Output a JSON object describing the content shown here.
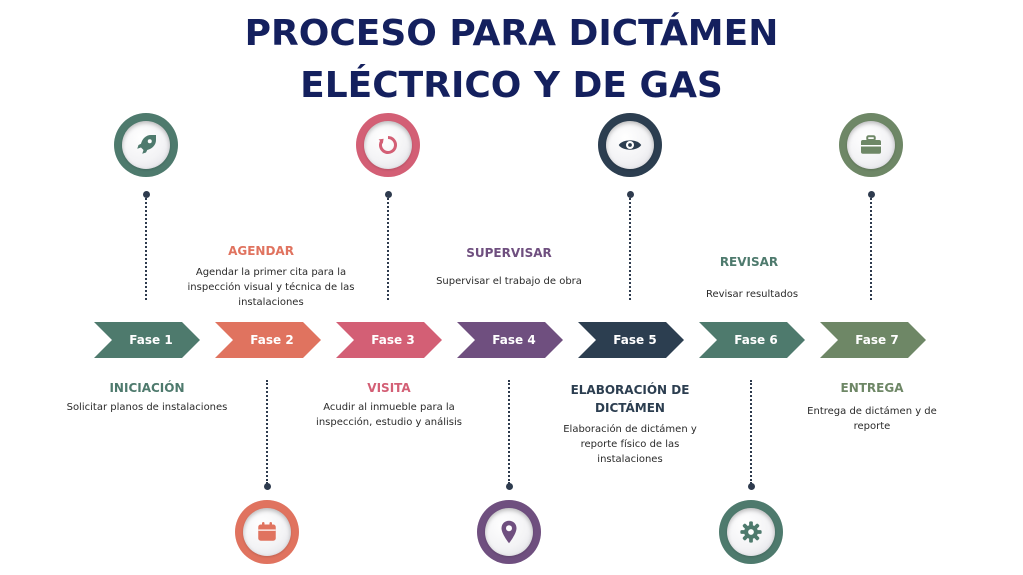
{
  "title": {
    "line1": "PROCESO PARA DICTÁMEN",
    "line2": "ELÉCTRICO Y DE GAS"
  },
  "colors": {
    "title": "#14205e",
    "phase1": "#4e7a6d",
    "phase2": "#e0735f",
    "phase3": "#d35f75",
    "phase4": "#6f4f7f",
    "phase5": "#2c3e50",
    "phase6": "#4e7a6d",
    "phase7": "#6e8766"
  },
  "phases": [
    {
      "label": "Fase 1",
      "title": "INICIACIÓN",
      "description": "Solicitar planos de instalaciones",
      "icon": "rocket-icon"
    },
    {
      "label": "Fase 2",
      "title": "AGENDAR",
      "description": "Agendar la primer cita para la inspección visual y técnica de las instalaciones",
      "icon": "calendar-icon"
    },
    {
      "label": "Fase 3",
      "title": "VISITA",
      "description": "Acudir al inmueble para la inspección, estudio y análisis",
      "icon": "refresh-icon"
    },
    {
      "label": "Fase 4",
      "title": "SUPERVISAR",
      "description": "Supervisar el trabajo de obra",
      "icon": "location-pin-icon"
    },
    {
      "label": "Fase 5",
      "title": "ELABORACIÓN DE DICTÁMEN",
      "description": "Elaboración de dictámen y reporte físico de las instalaciones",
      "icon": "eye-icon"
    },
    {
      "label": "Fase 6",
      "title": "REVISAR",
      "description": "Revisar resultados",
      "icon": "gear-icon"
    },
    {
      "label": "Fase 7",
      "title": "ENTREGA",
      "description": "Entrega de dictámen y de reporte",
      "icon": "briefcase-icon"
    }
  ]
}
